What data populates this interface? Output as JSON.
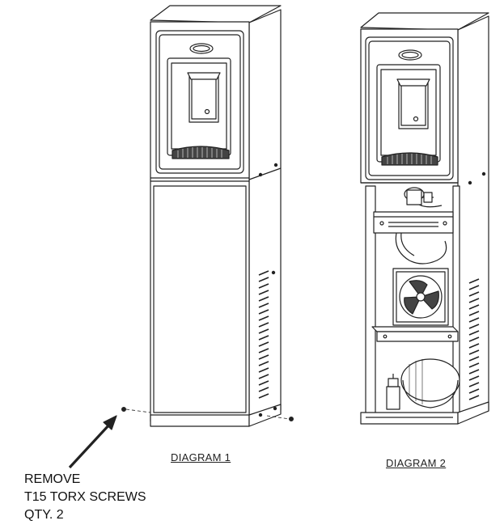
{
  "diagram1": {
    "caption": "DIAGRAM 1"
  },
  "diagram2": {
    "caption": "DIAGRAM 2"
  },
  "instruction": {
    "line1": "REMOVE",
    "line2": "T15 TORX SCREWS",
    "line3": "QTY. 2"
  }
}
